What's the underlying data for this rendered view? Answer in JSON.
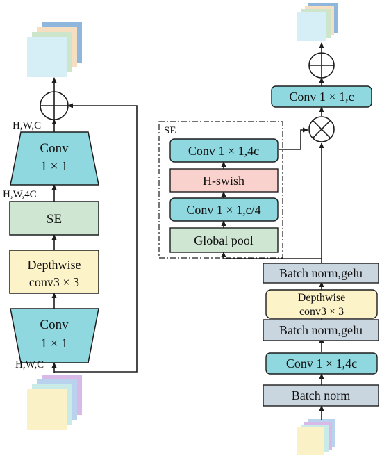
{
  "left": {
    "dims_in": "H,W,C",
    "conv_bottom": [
      "Conv",
      "1 × 1"
    ],
    "depthwise": [
      "Depthwise",
      "conv3 × 3"
    ],
    "se": "SE",
    "dims_4c": "H,W,4C",
    "conv_top": [
      "Conv",
      "1 × 1"
    ],
    "dims_out": "H,W,C"
  },
  "right": {
    "batch_norm_1": "Batch norm",
    "conv_expand": "Conv 1 × 1,4c",
    "batch_norm_gelu_1": "Batch norm,gelu",
    "depthwise": [
      "Depthwise",
      "conv3 × 3"
    ],
    "batch_norm_gelu_2": "Batch norm,gelu",
    "se_group_title": "SE",
    "global_pool": "Global pool",
    "se_conv_reduce": "Conv 1 × 1,c/4",
    "hswish": "H-swish",
    "se_conv_expand": "Conv 1 × 1,4c",
    "conv_project": "Conv 1 × 1,c"
  },
  "colors": {
    "conv": "#8fd8df",
    "se": "#cfe7d2",
    "depthwise": "#fdf3c8",
    "batch_norm": "#c9d5df",
    "hswish": "#f9d2cd",
    "stroke": "#1c1c1c"
  },
  "icons": [
    "feature-stack-icon",
    "add-icon",
    "multiply-icon"
  ]
}
